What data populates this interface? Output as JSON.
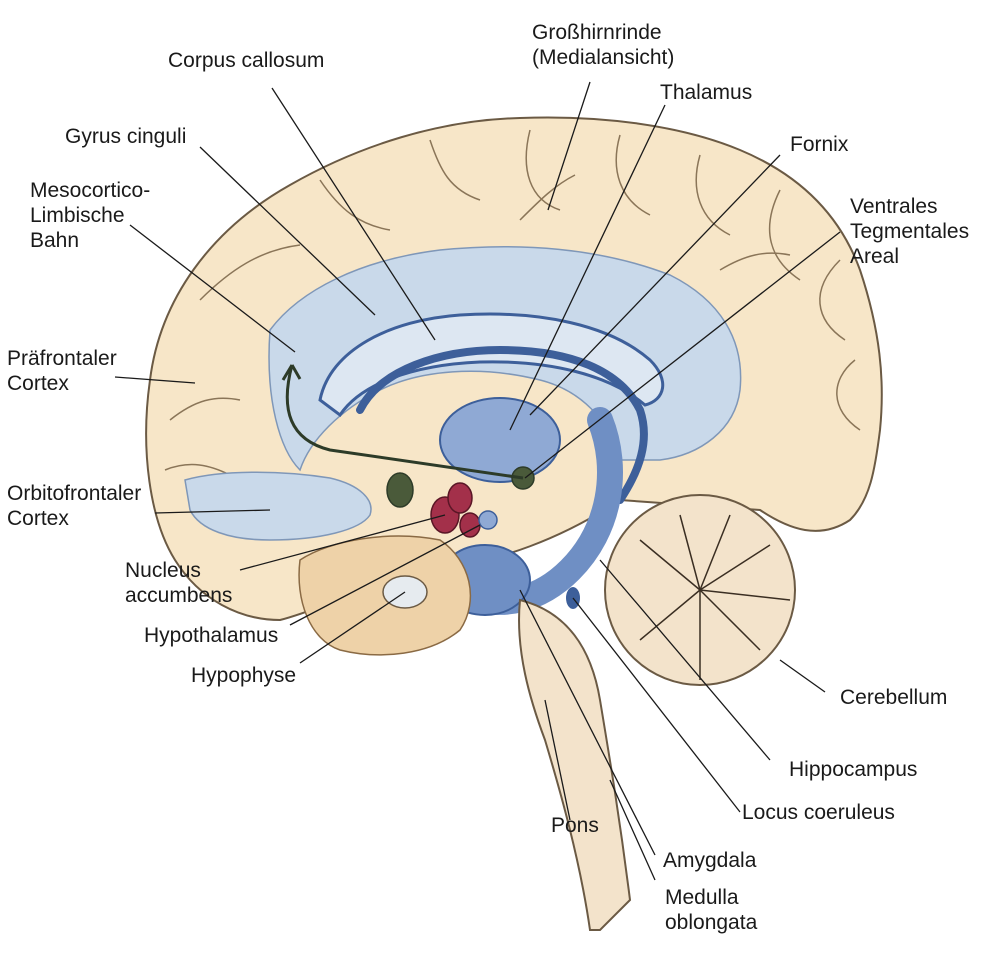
{
  "labels": {
    "corpus_callosum": "Corpus callosum",
    "grosshirnrinde_1": "Großhirnrinde",
    "grosshirnrinde_2": "(Medialansicht)",
    "thalamus": "Thalamus",
    "gyrus_cinguli": "Gyrus cinguli",
    "fornix": "Fornix",
    "mesocortico_1": "Mesocortico-",
    "mesocortico_2": "Limbische",
    "mesocortico_3": "Bahn",
    "vta_1": "Ventrales",
    "vta_2": "Tegmentales",
    "vta_3": "Areal",
    "praefrontal_1": "Präfrontaler",
    "praefrontal_2": "Cortex",
    "orbitofrontal_1": "Orbitofrontaler",
    "orbitofrontal_2": "Cortex",
    "nucleus_1": "Nucleus",
    "nucleus_2": "accumbens",
    "hypothalamus": "Hypothalamus",
    "hypophyse": "Hypophyse",
    "cerebellum": "Cerebellum",
    "hippocampus": "Hippocampus",
    "locus": "Locus coeruleus",
    "pons": "Pons",
    "amygdala": "Amygdala",
    "medulla_1": "Medulla",
    "medulla_2": "oblongata"
  },
  "colors": {
    "cortex": "#f7e6c8",
    "cortex_shade": "#eed2a8",
    "limbic_blue": "#c9d9ea",
    "structure_blue": "#6f8fc4",
    "dark_blue": "#3d5f9a",
    "red_nuclei": "#a3304a",
    "green_nuclei": "#4a5a3a",
    "outline": "#6b5a44",
    "leader": "#1a1a1a",
    "pathway": "#2d3b28"
  }
}
